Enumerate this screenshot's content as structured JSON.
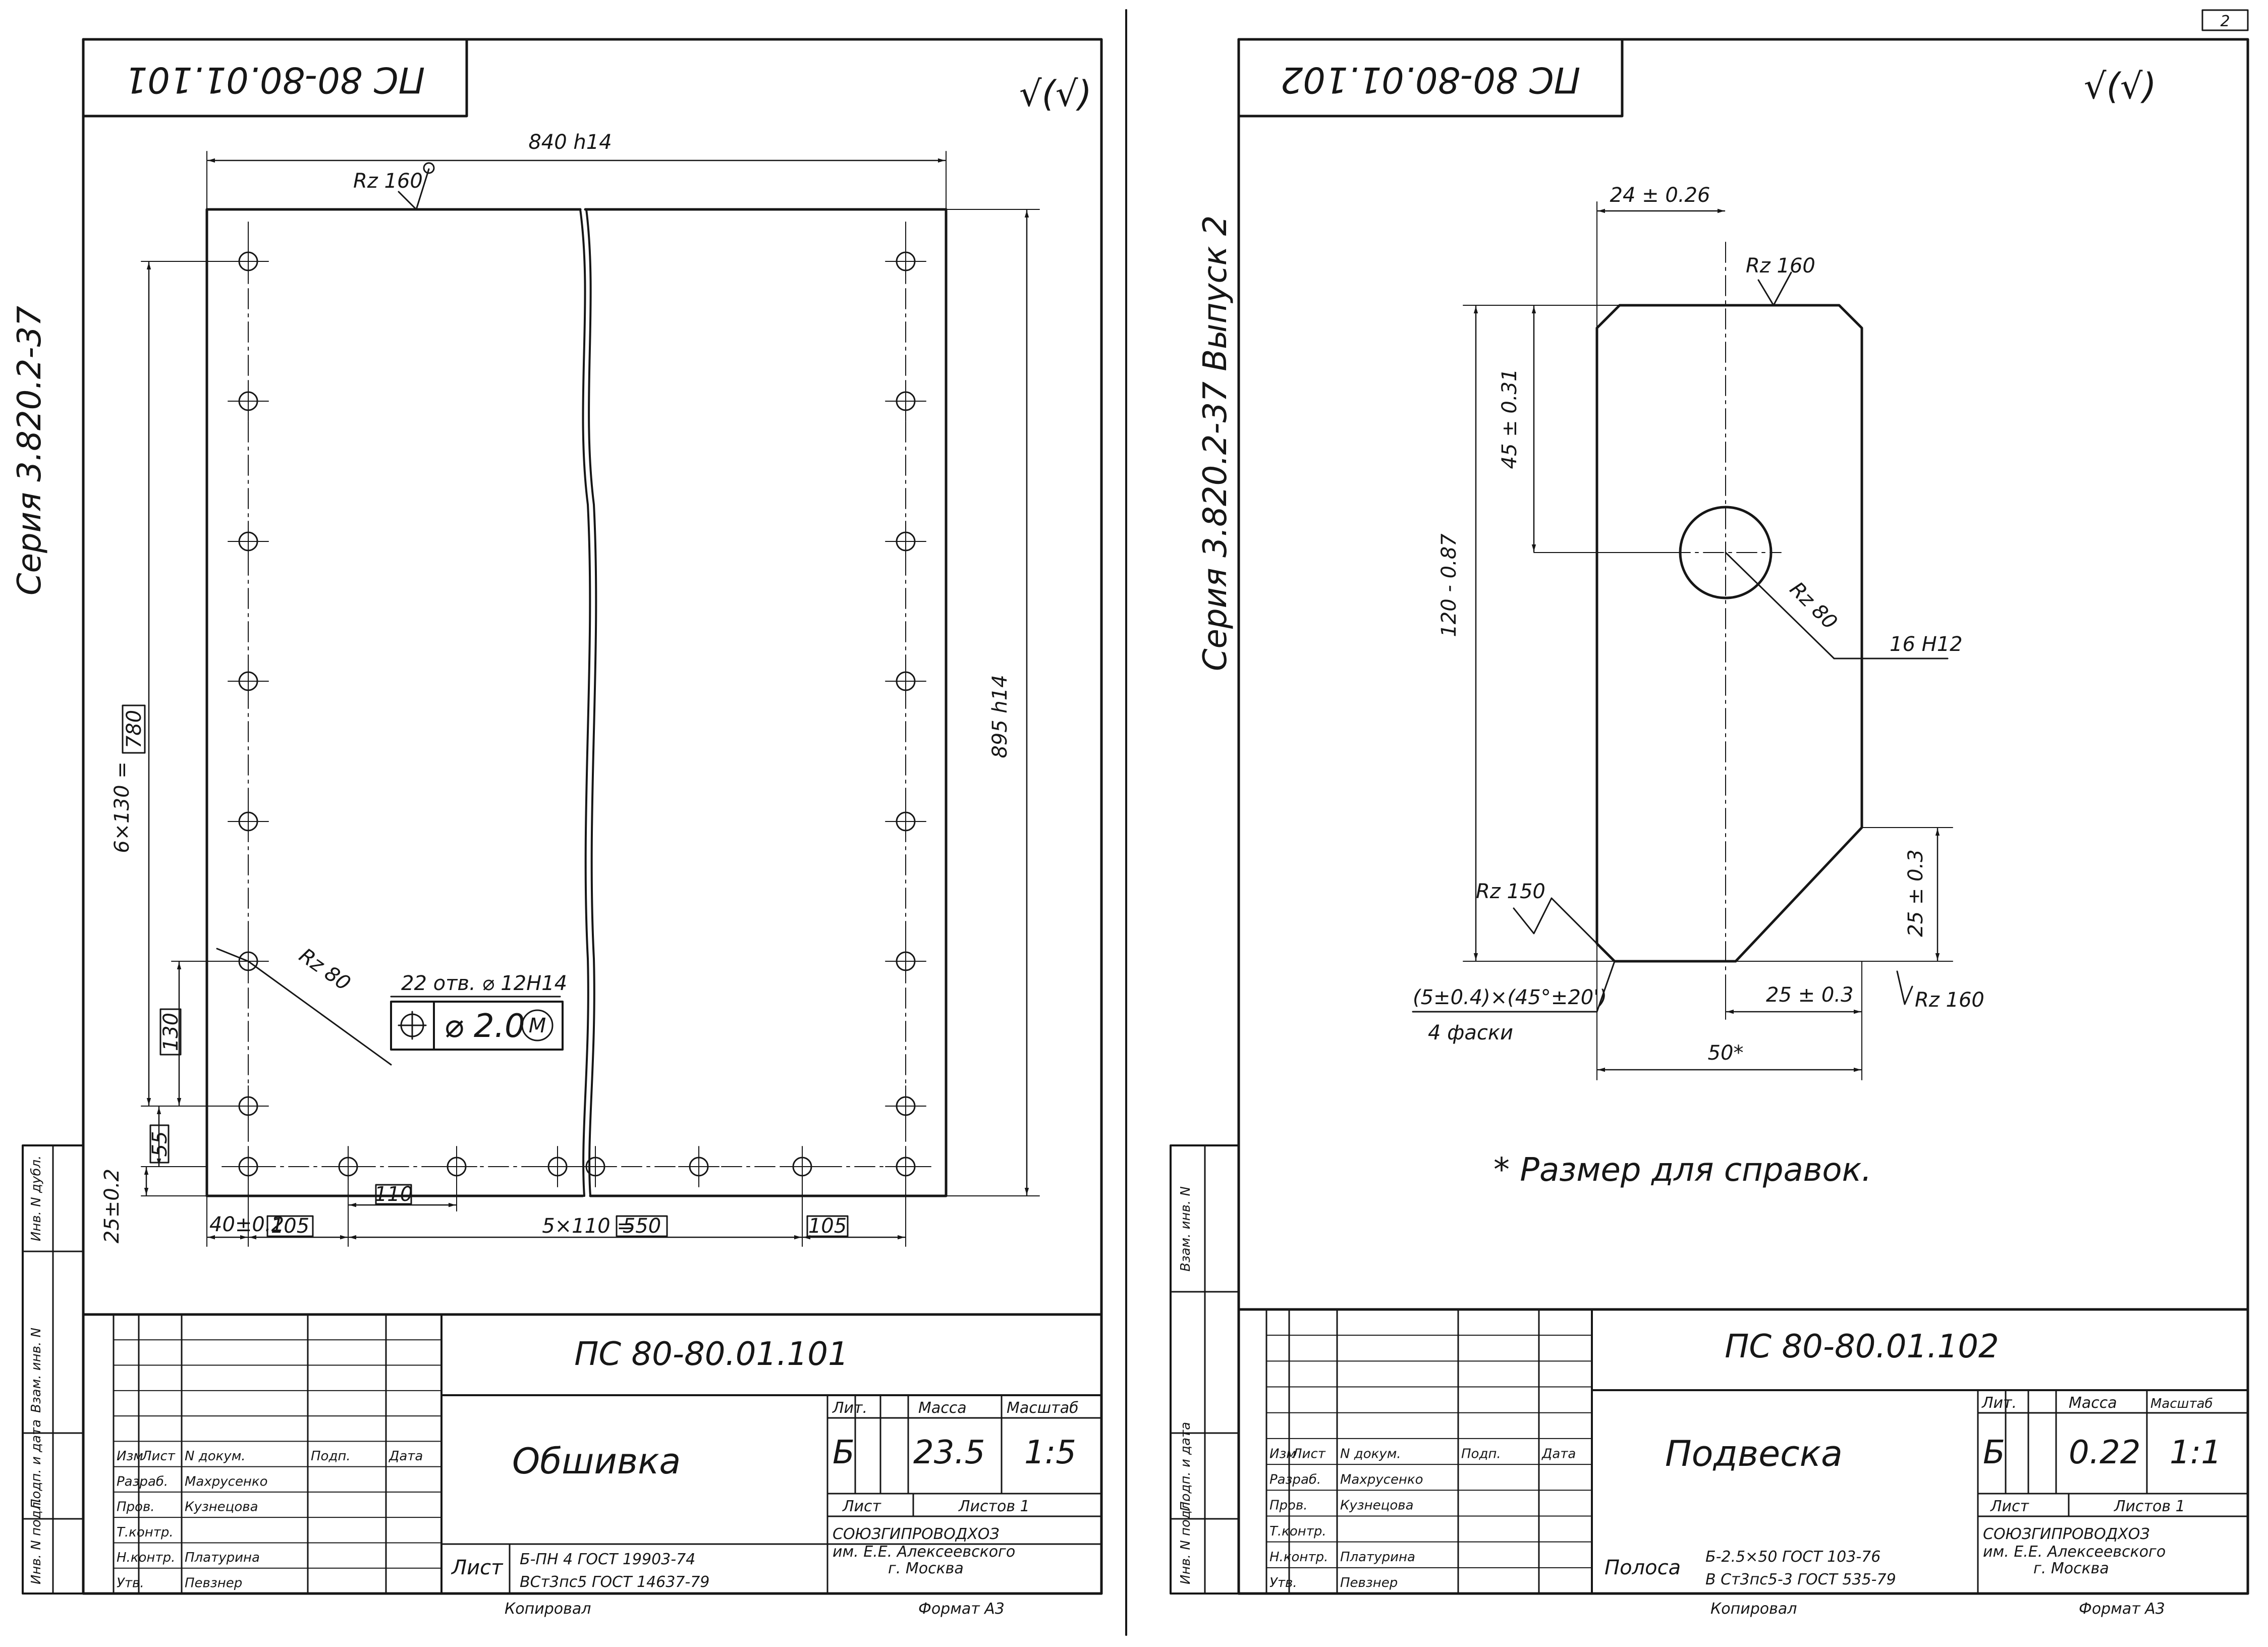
{
  "sheet1": {
    "stamp": "ПС 80-80.01.101",
    "finish_symbol": "√(√)",
    "series": "Серия 3.820.2-37",
    "dims": {
      "width": "840 h14",
      "height": "895 h14",
      "rz_top": "Rz 160",
      "rz_hole": "Rz 80",
      "holes": "22 отв. ⌀ 12H14",
      "tolerance": "⌀ 2.0",
      "tolerance_mod": "M",
      "vert_pitch": "6×130 =",
      "vert_total": "780",
      "vert_130": "130",
      "vert_55": "55",
      "edge_v": "25±0.2",
      "edge_h": "40±0.2",
      "dim_105a": "105",
      "dim_110": "110",
      "horiz_pitch": "5×110 =",
      "horiz_total": "550",
      "dim_105b": "105"
    },
    "tb": {
      "designation": "ПС 80-80.01.101",
      "name": "Обшивка",
      "lit_label": "Лит.",
      "mass_label": "Масса",
      "scale_label": "Масштаб",
      "lit": "Б",
      "mass": "23.5",
      "scale": "1:5",
      "sheet_label": "Лист",
      "sheets_label": "Листов 1",
      "material_head": "Лист",
      "material1": "Б-ПН 4 ГОСТ 19903-74",
      "material2": "ВСт3пс5 ГОСТ 14637-79",
      "org1": "СОЮЗГИПРОВОДХОЗ",
      "org2": "им. Е.Е. Алексеевского",
      "org3": "г. Москва",
      "hdr": [
        "Изм",
        "Лист",
        "N докум.",
        "Подп.",
        "Дата"
      ],
      "rows": [
        {
          "role": "Разраб.",
          "name": "Махрусенко"
        },
        {
          "role": "Пров.",
          "name": "Кузнецова"
        },
        {
          "role": "Т.контр.",
          "name": ""
        },
        {
          "role": "Н.контр.",
          "name": "Платурина"
        },
        {
          "role": "Утв.",
          "name": "Певзнер"
        }
      ]
    },
    "margin": {
      "inv_no": "Инв. N подл.",
      "sign_date": "Подп. и дата",
      "replace_inv": "Взам. инв. N",
      "dup_inv": "Инв. N дубл."
    },
    "footer": {
      "copied": "Копировал",
      "format": "Формат А3"
    }
  },
  "sheet2": {
    "stamp": "ПС 80-80.01.102",
    "finish_symbol": "√(√)",
    "series": "Серия 3.820.2-37 Выпуск 2",
    "dims": {
      "top_width": "24 ± 0.26",
      "rz_top": "Rz 160",
      "dim_45": "45 ± 0.31",
      "dim_120": "120 - 0.87",
      "rz_hole": "Rz 80",
      "hole": "16 H12",
      "rz_left": "Rz 150",
      "dim_25v": "25 ± 0.3",
      "chamfer1": "(5±0.4)×(45°±20')",
      "chamfer2": "4 фаски",
      "dim_25h": "25 ± 0.3",
      "rz_right": "Rz 160",
      "dim_50": "50*",
      "note": "* Размер для справок."
    },
    "tb": {
      "designation": "ПС 80-80.01.102",
      "name": "Подвеска",
      "lit_label": "Лит.",
      "mass_label": "Масса",
      "scale_label": "Масштаб",
      "lit": "Б",
      "mass": "0.22",
      "scale": "1:1",
      "sheet_label": "Лист",
      "sheets_label": "Листов 1",
      "material_head": "Полоса",
      "material1": "Б-2.5×50 ГОСТ 103-76",
      "material2": "В Ст3пс5-3 ГОСТ 535-79",
      "org1": "СОЮЗГИПРОВОДХОЗ",
      "org2": "им. Е.Е. Алексеевского",
      "org3": "г. Москва",
      "hdr": [
        "Изм",
        "Лист",
        "N докум.",
        "Подп.",
        "Дата"
      ],
      "rows": [
        {
          "role": "Разраб.",
          "name": "Махрусенко"
        },
        {
          "role": "Пров.",
          "name": "Кузнецова"
        },
        {
          "role": "Т.контр.",
          "name": ""
        },
        {
          "role": "Н.контр.",
          "name": "Платурина"
        },
        {
          "role": "Утв.",
          "name": "Певзнер"
        }
      ]
    },
    "margin": {
      "inv_no": "Инв. N подл.",
      "sign_date": "Подп. и дата",
      "replace_inv": "Взам. инв. N"
    },
    "footer": {
      "copied": "Копировал",
      "format": "Формат А3"
    },
    "sheet_corner": "2"
  }
}
